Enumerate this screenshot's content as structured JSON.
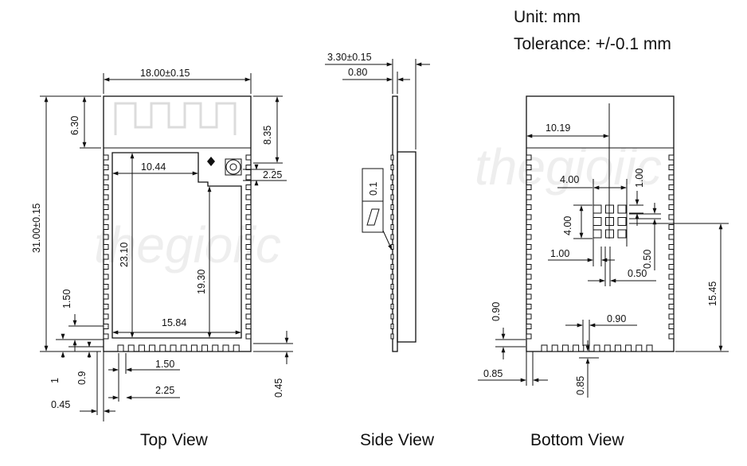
{
  "header": {
    "unit": "Unit: mm",
    "tolerance": "Tolerance: +/-0.1 mm"
  },
  "watermark": "thegioiic",
  "views": {
    "top": {
      "caption": "Top View",
      "dims": {
        "width": "18.00±0.15",
        "height": "31.00±0.15",
        "ant_left": "6.30",
        "ant_right": "8.35",
        "shield_w": "10.44",
        "conn": "2.25",
        "shield_h": "23.10",
        "shield_h2": "19.30",
        "bottom_w": "15.84",
        "pin_a": "1.50",
        "pin_b": "1",
        "pin_c": "0.9",
        "pin_d": "0.45",
        "pitch": "1.50",
        "pitch2": "2.25",
        "edge": "0.45"
      }
    },
    "side": {
      "caption": "Side View",
      "dims": {
        "total": "3.30±0.15",
        "pcb": "0.80",
        "gdt_value": "0.1"
      }
    },
    "bottom": {
      "caption": "Bottom View",
      "dims": {
        "ant": "10.19",
        "grid_w": "4.00",
        "grid_h": "4.00",
        "pad_v": "1.00",
        "pad_h": "1.00",
        "gap_v": "0.50",
        "gap_h": "0.50",
        "center_h": "15.45",
        "pitch_v": "0.90",
        "pitch_h": "0.90",
        "edge_h": "0.85",
        "edge_v": "0.85"
      }
    }
  }
}
